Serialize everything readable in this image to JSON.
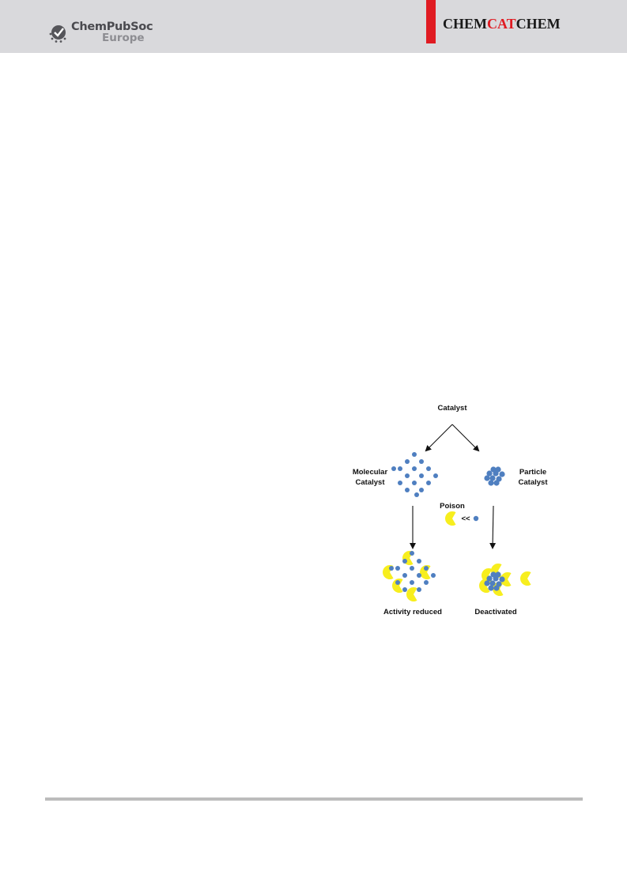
{
  "header": {
    "publisher_line1": "ChemPubSoc",
    "publisher_line2": "Europe",
    "journal_part1": "CHEM",
    "journal_part2": "CAT",
    "journal_part3": "CHEM"
  },
  "figure": {
    "top_label": "Catalyst",
    "molecular_label_1": "Molecular",
    "molecular_label_2": "Catalyst",
    "particle_label_1": "Particle",
    "particle_label_2": "Catalyst",
    "poison_label": "Poison",
    "comparison_symbol": "<<",
    "outcome_left": "Activity reduced",
    "outcome_right": "Deactivated"
  },
  "colors": {
    "catalyst_blue": "#4f7fc0",
    "poison_yellow": "#f7ee1e",
    "brand_red": "#e01b22",
    "header_gray": "#d9d9dc"
  }
}
